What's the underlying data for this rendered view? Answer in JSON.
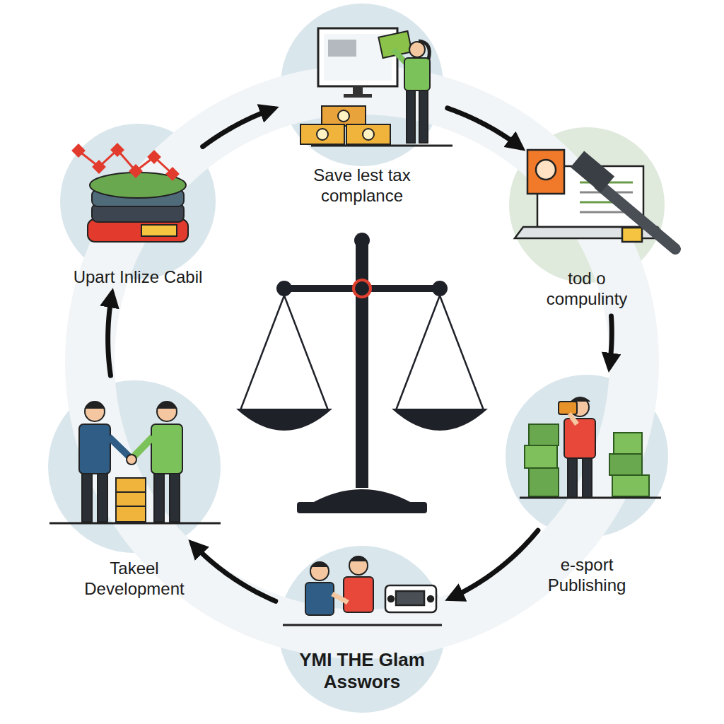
{
  "diagram": {
    "nodes": [
      {
        "text": [
          "Save lest tax complance"
        ]
      },
      {
        "text": [
          "tod o compulinty"
        ]
      },
      {
        "text": [
          "e-sport Publishing"
        ]
      },
      {
        "text": [
          "YMI THE Glam Asswors"
        ]
      },
      {
        "text": [
          "Takeel Development"
        ]
      },
      {
        "text": [
          "Upart Inlize Cabil"
        ]
      }
    ],
    "edges": [
      {
        "from": 0,
        "to": 1,
        "arrow": "to"
      },
      {
        "from": 1,
        "to": 2,
        "arrow": "to"
      },
      {
        "from": 2,
        "to": 3,
        "arrow": "to"
      },
      {
        "from": 3,
        "to": 4,
        "arrow": "to"
      },
      {
        "from": 4,
        "to": 5,
        "arrow": "to"
      },
      {
        "from": 5,
        "to": 0,
        "arrow": "to"
      }
    ]
  }
}
